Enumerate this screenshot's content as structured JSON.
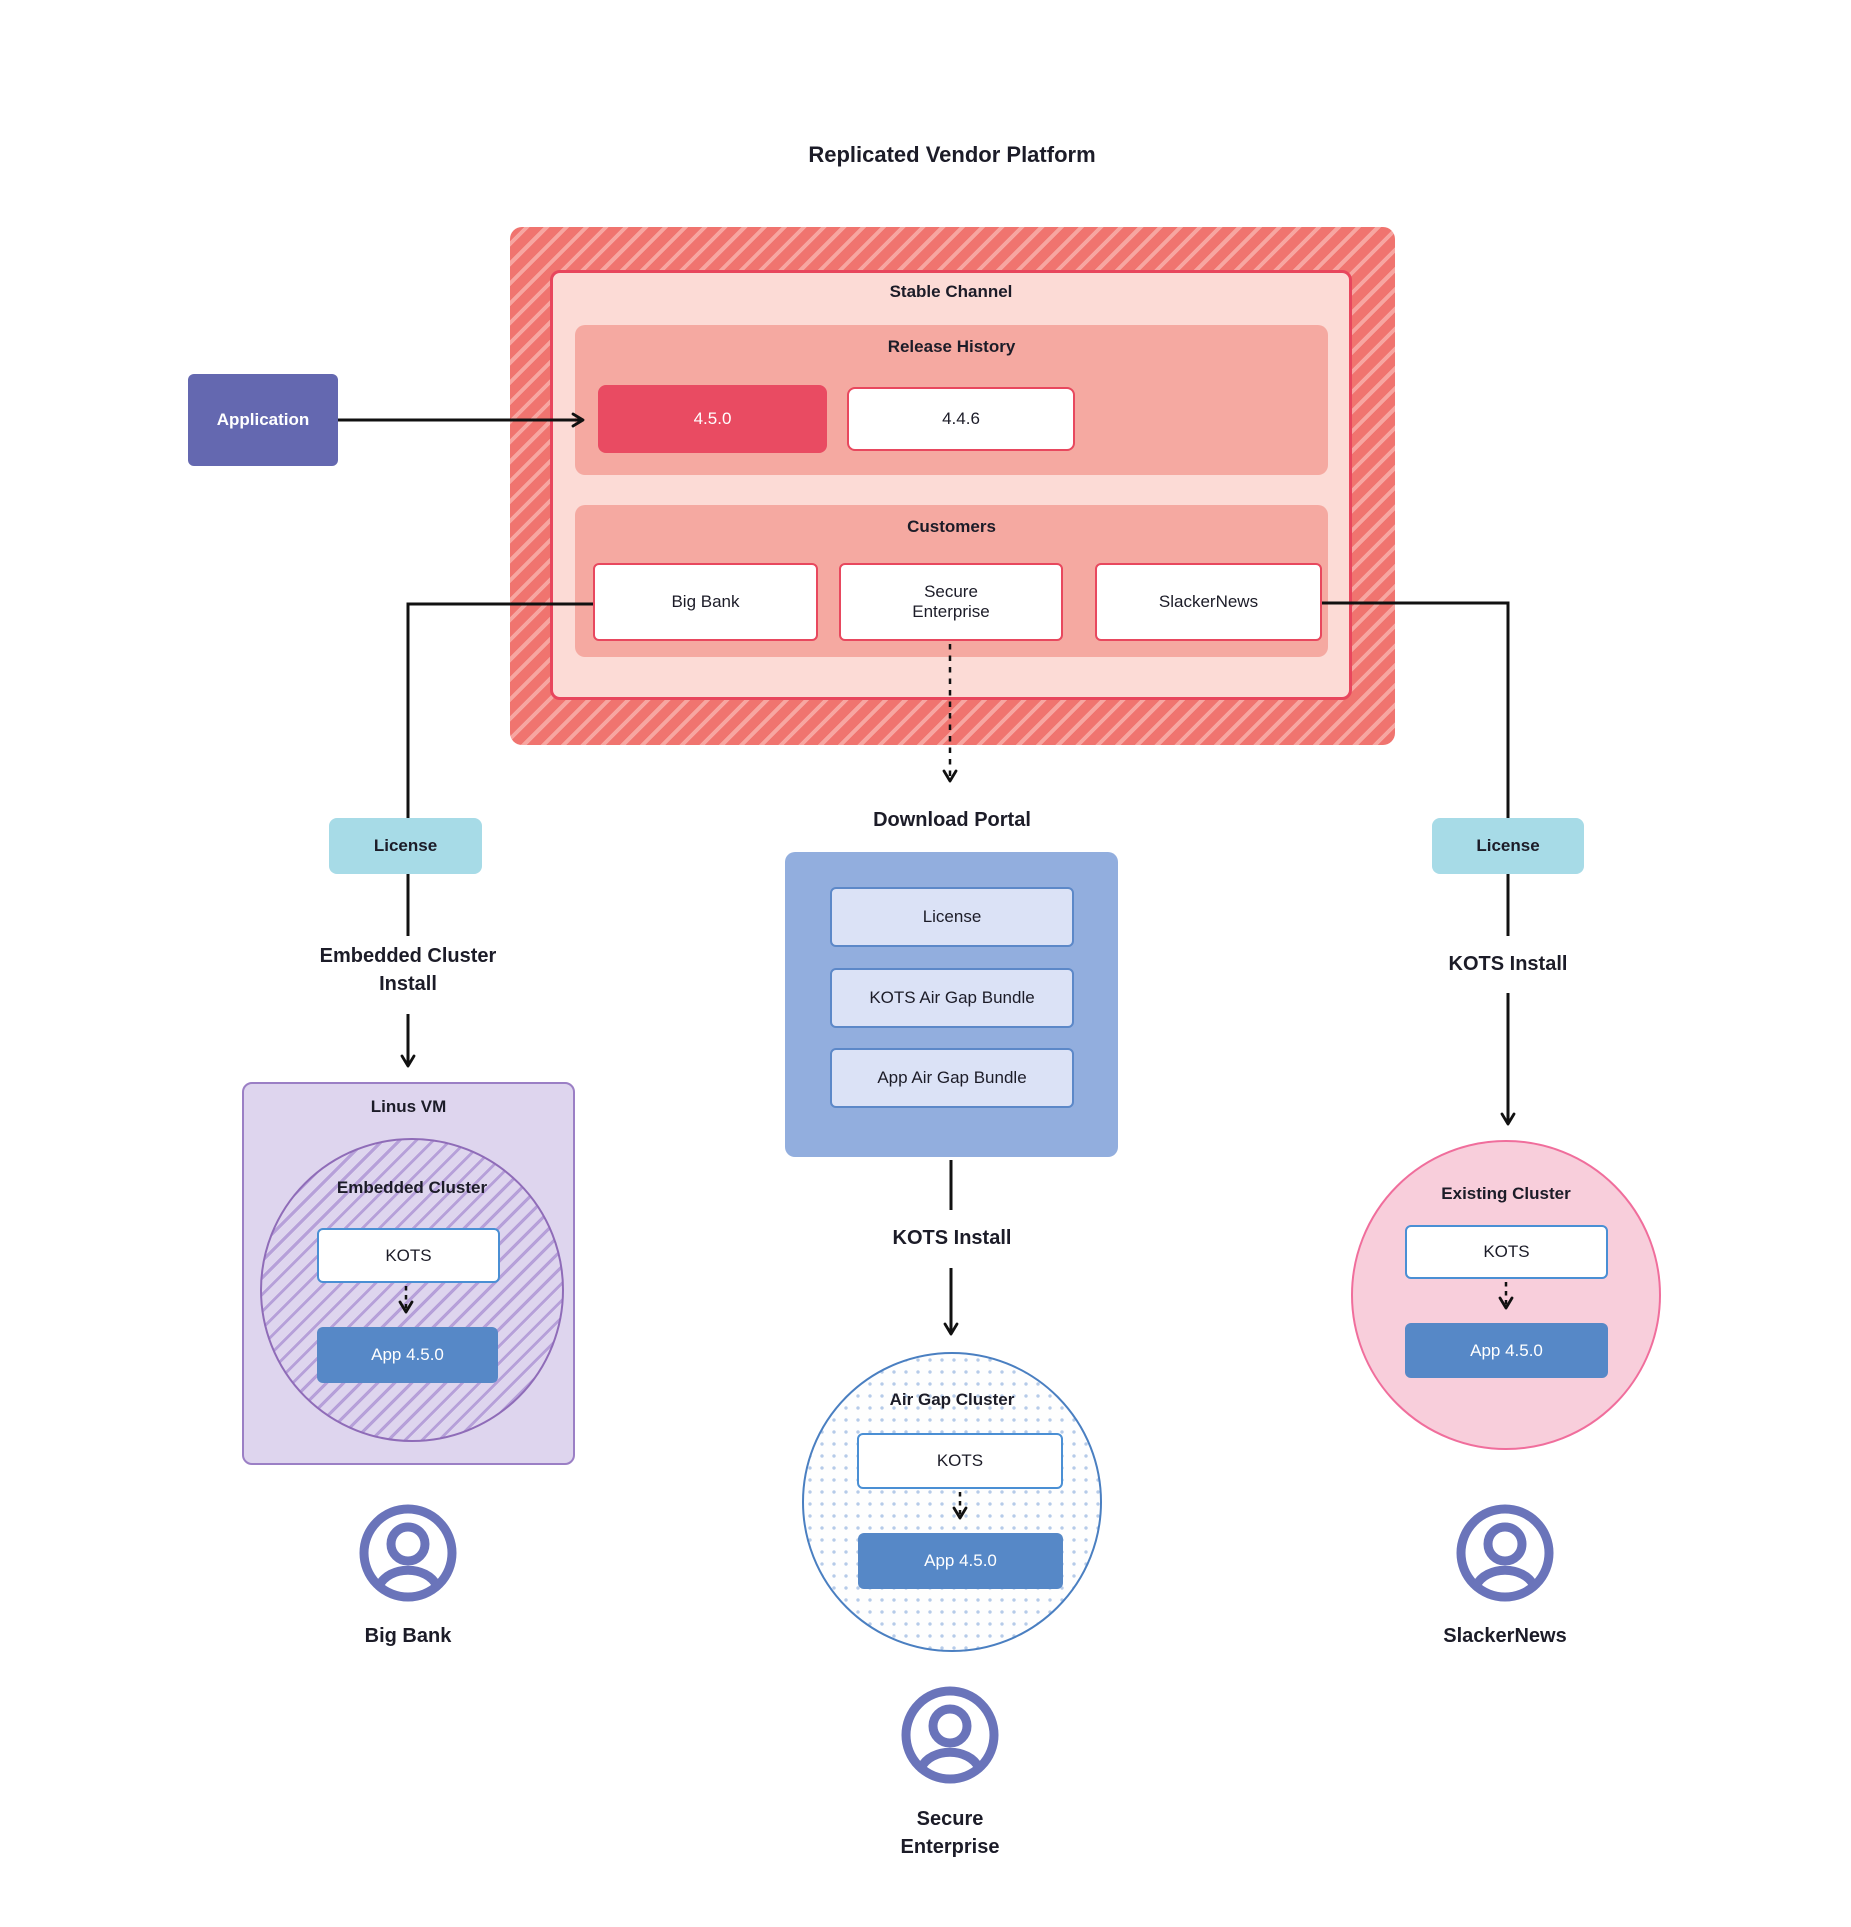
{
  "title": "Replicated Vendor Platform",
  "platform": {
    "stable_channel": {
      "label": "Stable Channel",
      "release_history": {
        "label": "Release History",
        "releases": [
          {
            "version": "4.5.0",
            "state": "current"
          },
          {
            "version": "4.4.6",
            "state": "previous"
          }
        ]
      },
      "customers": {
        "label": "Customers",
        "items": [
          "Big Bank",
          "Secure Enterprise",
          "SlackerNews"
        ]
      }
    }
  },
  "application": {
    "label": "Application"
  },
  "left_branch": {
    "license_label": "License",
    "install_label": "Embedded Cluster Install",
    "vm_label": "Linus VM",
    "cluster_label": "Embedded Cluster",
    "kots_label": "KOTS",
    "app_label": "App 4.5.0",
    "user_label": "Big Bank"
  },
  "middle_branch": {
    "portal_label": "Download Portal",
    "portal_items": [
      "License",
      "KOTS Air Gap Bundle",
      "App Air Gap Bundle"
    ],
    "install_label": "KOTS Install",
    "cluster_label": "Air Gap Cluster",
    "kots_label": "KOTS",
    "app_label": "App 4.5.0",
    "user_label": "Secure Enterprise"
  },
  "right_branch": {
    "license_label": "License",
    "install_label": "KOTS Install",
    "cluster_label": "Existing Cluster",
    "kots_label": "KOTS",
    "app_label": "App 4.5.0",
    "user_label": "SlackerNews"
  },
  "colors": {
    "platform_hatch_base": "#f0746f",
    "platform_hatch_stripe": "#f7a6a1",
    "stable_channel_bg": "#fcdbd6",
    "stable_channel_border": "#e8465d",
    "panel_bg": "#f5a9a1",
    "release_current_bg": "#e94b62",
    "release_border": "#e8485e",
    "application_bg": "#6468b0",
    "license_bg": "#a7dbe7",
    "portal_bg": "#92aede",
    "portal_item_bg": "#dbe2f6",
    "vm_bg": "#ded5ee",
    "vm_border": "#9b7fc5",
    "embedded_circle_border": "#8f6cb8",
    "app_box_bg": "#5688c7",
    "kots_border": "#4a8fd4",
    "airgap_border": "#4a7fc1",
    "airgap_dot": "#b6cbe9",
    "existing_cluster_bg": "#f8cedb",
    "existing_cluster_border": "#f06e9c",
    "user_icon": "#6a74ba",
    "connector": "#111111"
  }
}
